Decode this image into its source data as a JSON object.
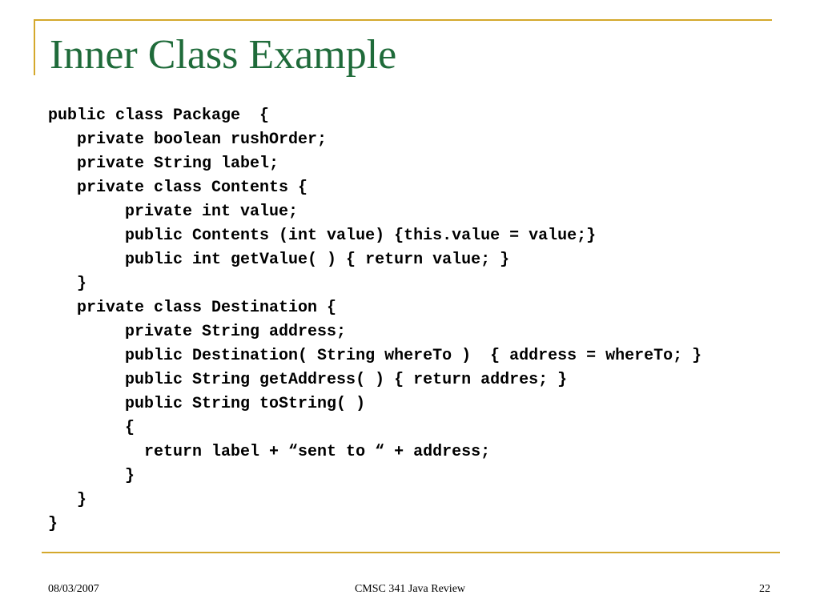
{
  "slide": {
    "title": "Inner Class Example",
    "footer": {
      "date": "08/03/2007",
      "course": "CMSC 341 Java Review",
      "page": "22"
    },
    "code": [
      "public class Package  {",
      "   private boolean rushOrder;",
      "   private String label;",
      "   private class Contents {",
      "        private int value;",
      "        public Contents (int value) {this.value = value;}",
      "        public int getValue( ) { return value; }",
      "   }",
      "   private class Destination {",
      "        private String address;",
      "        public Destination( String whereTo )  { address = whereTo; }",
      "        public String getAddress( ) { return addres; }",
      "        public String toString( )",
      "        {",
      "          return label + “sent to “ + address;",
      "        }",
      "   }",
      "}"
    ]
  },
  "colors": {
    "title": "#1f6b3a",
    "rule": "#d4a82c"
  }
}
